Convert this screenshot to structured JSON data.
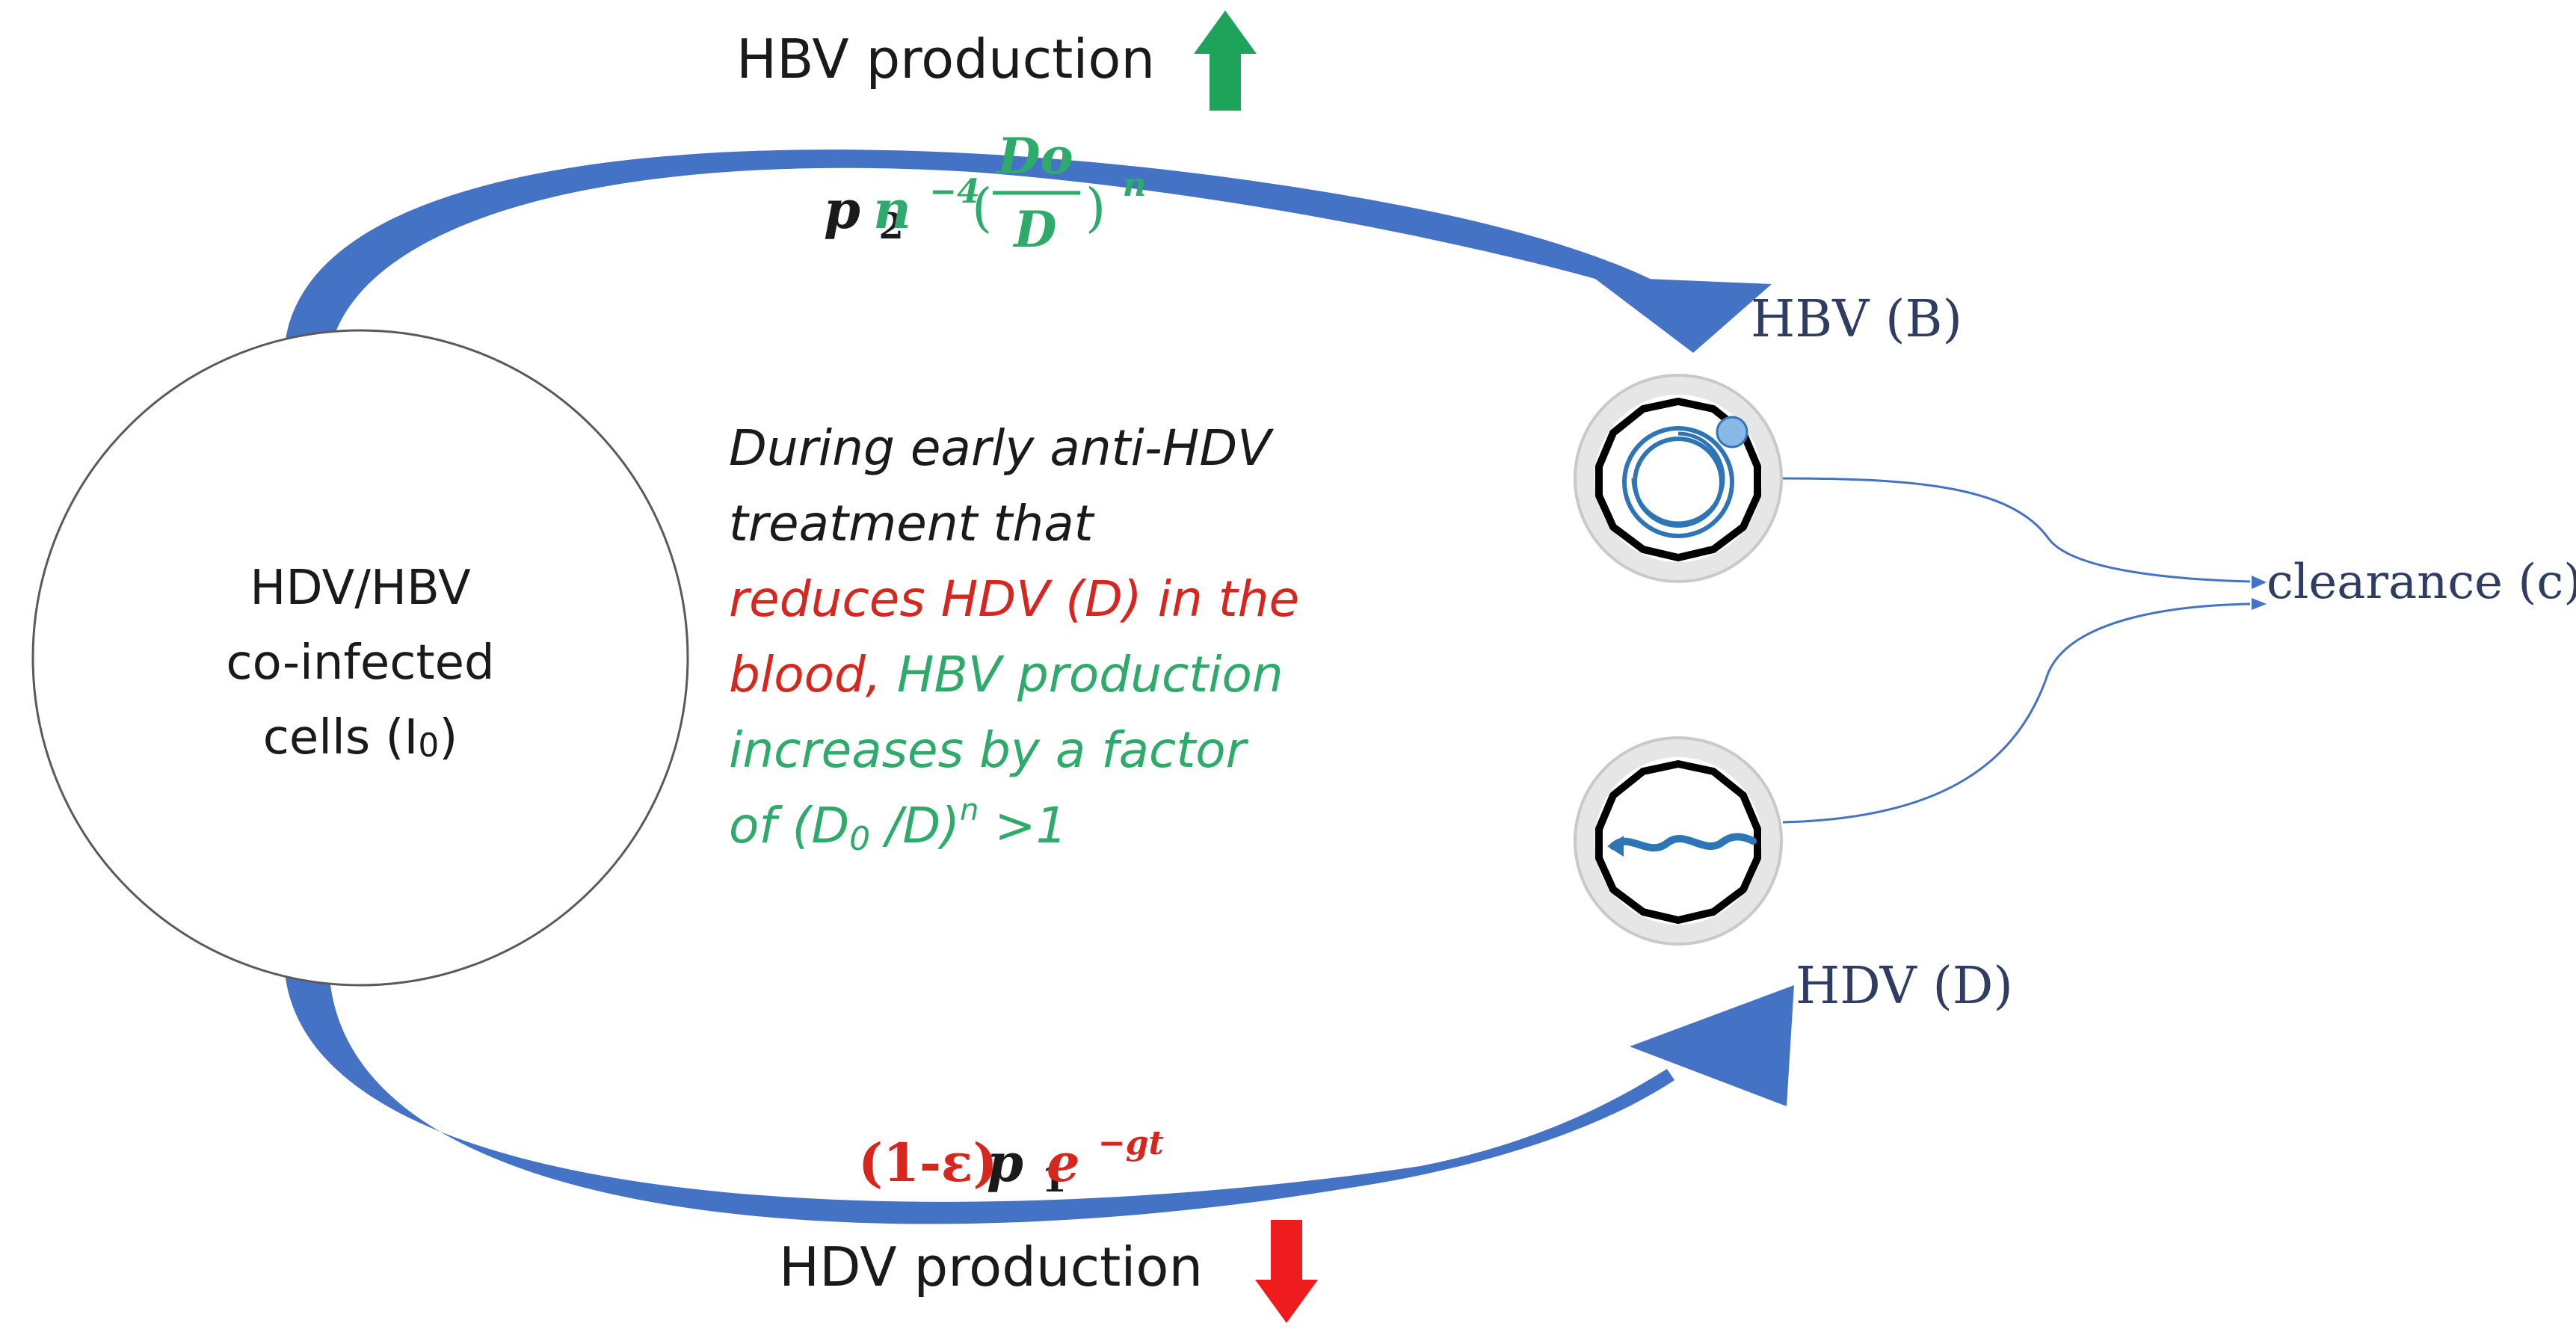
{
  "colors": {
    "arrow_blue": "#4472c4",
    "arrow_blue_dark": "#2f4f9e",
    "green": "#2eaa6a",
    "green_arrow": "#1ea35a",
    "red": "#d7261e",
    "red_arrow": "#ee1c1c",
    "navy": "#2f3d63",
    "particle_blue": "#2e75b6"
  },
  "cell": {
    "line1": "HDV/HBV",
    "line2": "co-infected",
    "line3_prefix": "cells (I",
    "line3_sub": "0",
    "line3_suffix": ")"
  },
  "hbv_production": {
    "label": "HBV production",
    "trend_icon": "up-arrow-icon"
  },
  "hdv_production": {
    "label": "HDV production",
    "trend_icon": "down-arrow-icon"
  },
  "formula_top": {
    "p": "p",
    "p_sub": "2",
    "n": "n",
    "n_exp": "−4",
    "open": "(",
    "num": "Do",
    "den": "D",
    "close": ")",
    "outer_exp": "n"
  },
  "formula_bottom": {
    "prefix": "(1-ε)",
    "p": "p",
    "p_sub": "1",
    "e": "e",
    "e_exp": "−gt"
  },
  "hbv_particle": {
    "label": "HBV (B)"
  },
  "hdv_particle": {
    "label": "HDV (D)"
  },
  "clearance": {
    "label": "clearance (c)"
  },
  "explanation": {
    "line1": "During early anti-HDV",
    "line2": "treatment that",
    "line3": "reduces HDV (D) in the",
    "line4_red": "blood,",
    "line4_green": " HBV production",
    "line5": "increases by a factor",
    "line6_prefix": "of (D",
    "line6_sub": "0",
    "line6_mid": " /D)",
    "line6_sup": "n",
    "line6_suffix": " >1"
  }
}
